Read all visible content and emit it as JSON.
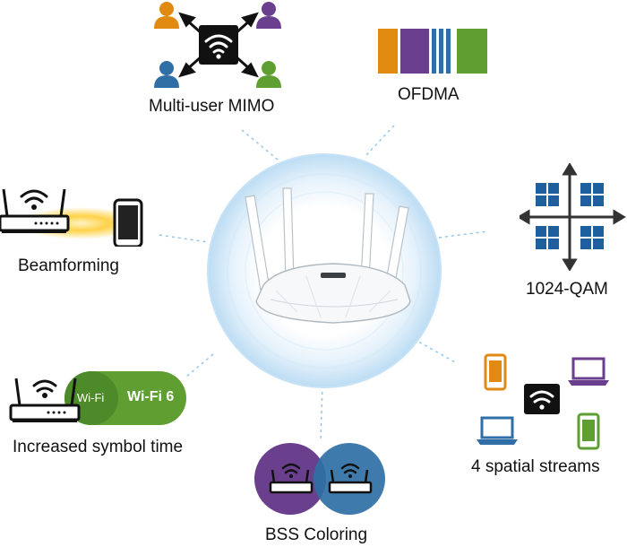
{
  "features": {
    "mimo": {
      "label": "Multi-user MIMO"
    },
    "ofdma": {
      "label": "OFDMA"
    },
    "beamforming": {
      "label": "Beamforming"
    },
    "qam": {
      "label": "1024-QAM"
    },
    "symbol_time": {
      "label": "Increased symbol time",
      "pill_left": "Wi-Fi",
      "pill_right": "Wi-Fi 6"
    },
    "spatial": {
      "label": "4 spatial streams"
    },
    "bss": {
      "label": "BSS Coloring"
    }
  },
  "colors": {
    "orange": "#e08a12",
    "purple": "#6a3f8e",
    "blue": "#2f6fa5",
    "green": "#5f9f32",
    "qam_blue": "#1e5f9e",
    "halo": "#cfe6f7"
  },
  "icons": [
    "user-icon",
    "wifi-icon",
    "router-icon",
    "phone-icon",
    "laptop-icon",
    "qam-grid-icon"
  ]
}
